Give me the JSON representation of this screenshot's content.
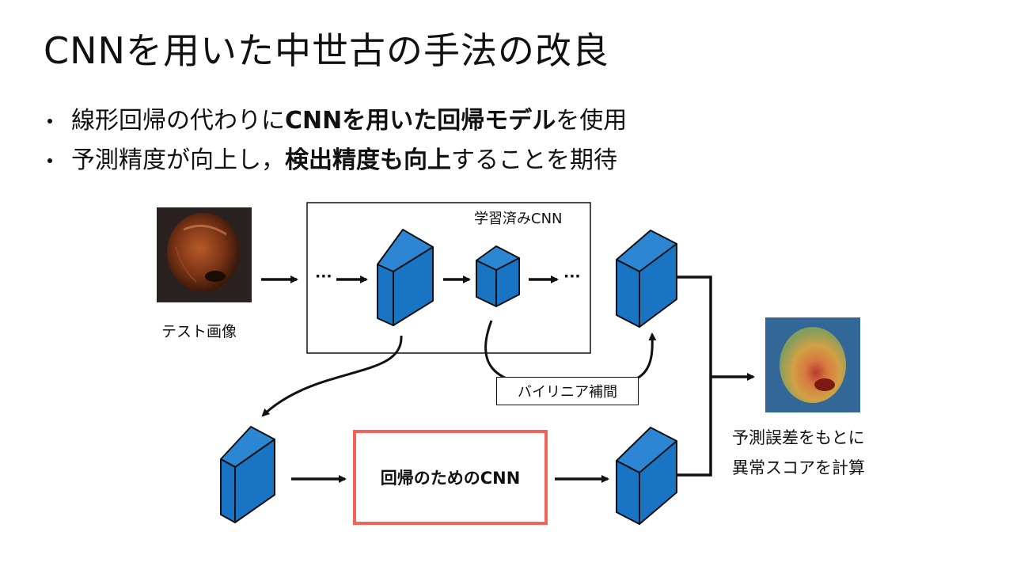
{
  "slide": {
    "title": "CNNを用いた中世古の手法の改良",
    "bullets": [
      {
        "pre": "線形回帰の代わりに",
        "bold": "CNNを用いた回帰モデル",
        "post": "を使用"
      },
      {
        "pre": "予測精度が向上し，",
        "bold": "検出精度も向上",
        "post": "することを期待"
      }
    ]
  },
  "diagram": {
    "test_image_label": "テスト画像",
    "cnn_box_label": "学習済みCNN",
    "ellipsis": "···",
    "interpolation_label": "バイリニア補間",
    "regression_cnn_label": "回帰のためのCNN",
    "result_caption_line1": "予測誤差をもとに",
    "result_caption_line2": "異常スコアを計算",
    "colors": {
      "feature_block": "#1a74c4",
      "highlight_border": "#f26457",
      "line": "#111111"
    }
  }
}
